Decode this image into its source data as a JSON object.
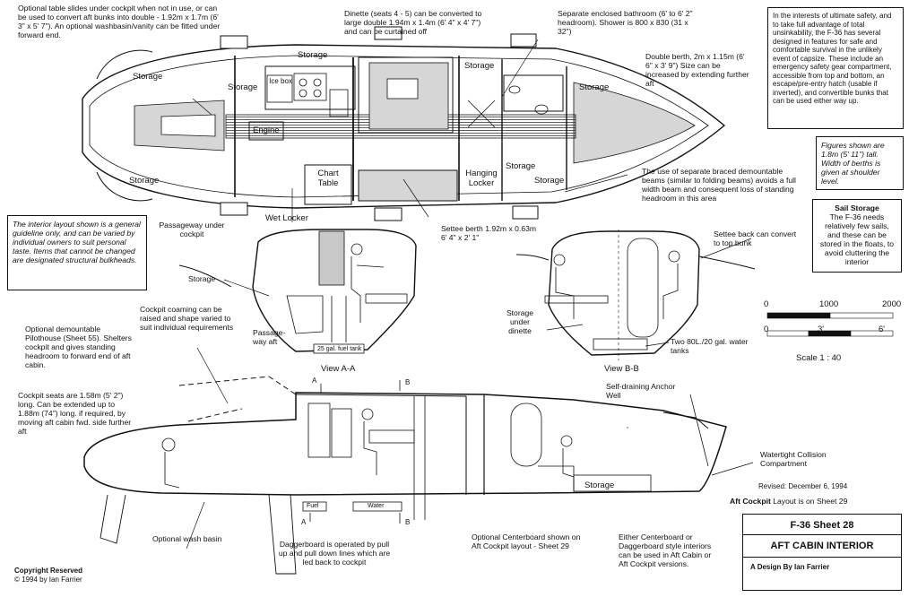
{
  "notes": {
    "optional_table": "Optional table slides under cockpit when not in use, or can be used to convert aft bunks into double - 1.92m x 1.7m (6' 3\" x 5' 7\"). An optional  washbasin/vanity can be fitted under forward end.",
    "dinette": "Dinette (seats 4 - 5) can be converted to large double 1.94m x 1.4m (6' 4\" x 4' 7\") and can be curtained off",
    "bathroom": "Separate enclosed bathroom (6' to 6' 2\" headroom). Shower is 800 x 830 (31 x 32\")",
    "double_berth": "Double berth, 2m x 1.15m (6' 6\" x 3' 9\") Size can be increased by extending further aft",
    "safety": "In the interests of ultimate safety, and to take full advantage of total unsinkability, the F-36 has several designed in features for safe and comfortable survival in the unlikely event of capsize. These include an emergency safety gear compartment, accessible from top and bottom, an escape/pre-entry hatch (usable if inverted), and convertible bunks that can be used either way up.",
    "figures": "Figures shown are 1.8m (5' 11\") tall. Width of berths is given at shoulder level.",
    "sail_storage_title": "Sail Storage",
    "sail_storage_body": "The F-36 needs relatively few sails, and these can be stored in the floats, to avoid cluttering the interior",
    "beams": "The use of separate braced demountable beams (similar to folding beams) avoids a full width beam and consequent loss of standing headroom in this area",
    "guideline": "The interior layout shown is a general guideline only, and can be varied by individual owners to suit personal taste. Items that cannot be changed are  designated structural bulkheads.",
    "passageway": "Passageway under cockpit",
    "settee_berth": "Settee berth 1.92m x 0.63m 6' 4\" x 2' 1\"",
    "settee_back": "Settee back can convert to top bunk",
    "coaming": "Cockpit coaming can be raised and shape varied to suit individual requirements",
    "pilothouse": "Optional demountable Pilothouse (Sheet 55). Shelters cockpit and gives standing headroom to forward end of aft cabin.",
    "cockpit_seats": "Cockpit seats are 1.58m (5' 2\") long. Can be extended up to 1.88m (74\") long. if required, by moving aft cabin fwd. side further aft",
    "anchor_well": "Self-draining Anchor Well",
    "collision": "Watertight Collision Compartment",
    "revised": "Revised: December 6, 1994",
    "aft_cockpit_bold": "Aft Cockpit",
    "aft_cockpit_rest": " Layout is on Sheet 29",
    "wash_basin": "Optional wash basin",
    "daggerboard": "Daggerboard is operated by pull up and pull down lines which are led back to cockpit",
    "centerboard": "Optional Centerboard shown on Aft Cockpit layout - Sheet 29",
    "either": "Either Centerboard or Daggerboard style interiors can be used in Aft Cabin or Aft Cockpit versions.",
    "copyright": "Copyright Reserved",
    "copyright_line2": "© 1994 by Ian Farrier",
    "storage_under_dinette": "Storage under dinette",
    "water_tanks": "Two 80L./20 gal. water tanks",
    "storage_view_a": "Storage",
    "passageway_aft": "Passage-way aft"
  },
  "plan_labels": {
    "storage": "Storage",
    "ice_box": "Ice box",
    "engine": "Engine",
    "chart_table": "Chart Table",
    "hanging_locker": "Hanging Locker",
    "wet_locker": "Wet Locker",
    "tank_label": "25 gal. fuel tank"
  },
  "views": {
    "view_a": "View A-A",
    "view_b": "View B-B",
    "section_a": "A",
    "section_b": "B",
    "fuel": "Fuel",
    "water": "Water"
  },
  "scale": {
    "t0": "0",
    "t1000": "1000",
    "t2000": "2000",
    "f0": "0",
    "f3": "3'",
    "f6": "6'",
    "label": "Scale 1 : 40"
  },
  "titleblock": {
    "sheet": "F-36 Sheet 28",
    "title": "AFT CABIN INTERIOR",
    "designer": "A Design By Ian Farrier"
  }
}
